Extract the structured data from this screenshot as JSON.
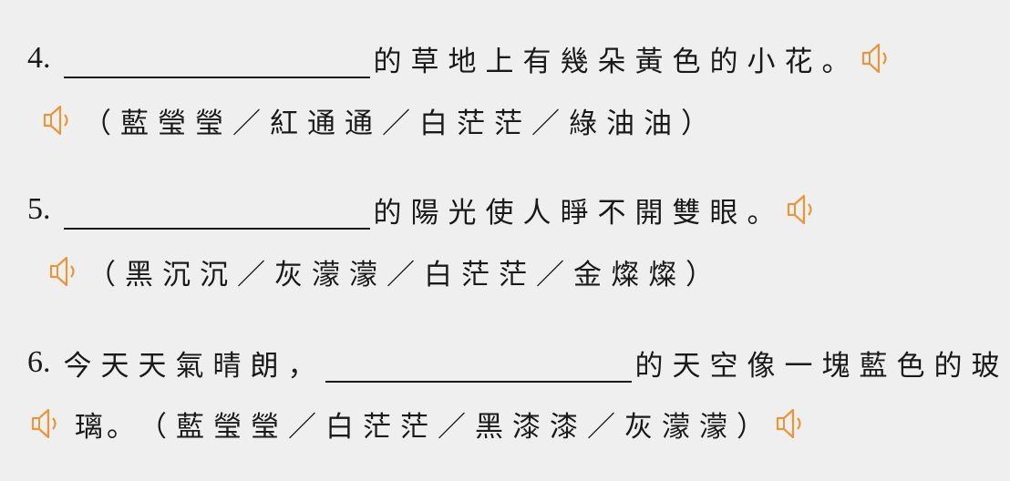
{
  "icons": {
    "speaker": "speaker-icon",
    "color": "#e8973a"
  },
  "questions": [
    {
      "number": "4.",
      "before": "",
      "after": "的草地上有幾朵黃色的小花。",
      "options": "（藍瑩瑩／紅通通／白茫茫／綠油油）"
    },
    {
      "number": "5.",
      "before": "",
      "after": "的陽光使人睜不開雙眼。",
      "options": "（黑沉沉／灰濛濛／白茫茫／金燦燦）"
    },
    {
      "number": "6.",
      "before": "今天天氣晴朗，",
      "after": "的天空像一塊藍色的玻",
      "continuation": "璃。",
      "options": "（藍瑩瑩／白茫茫／黑漆漆／灰濛濛）"
    }
  ]
}
